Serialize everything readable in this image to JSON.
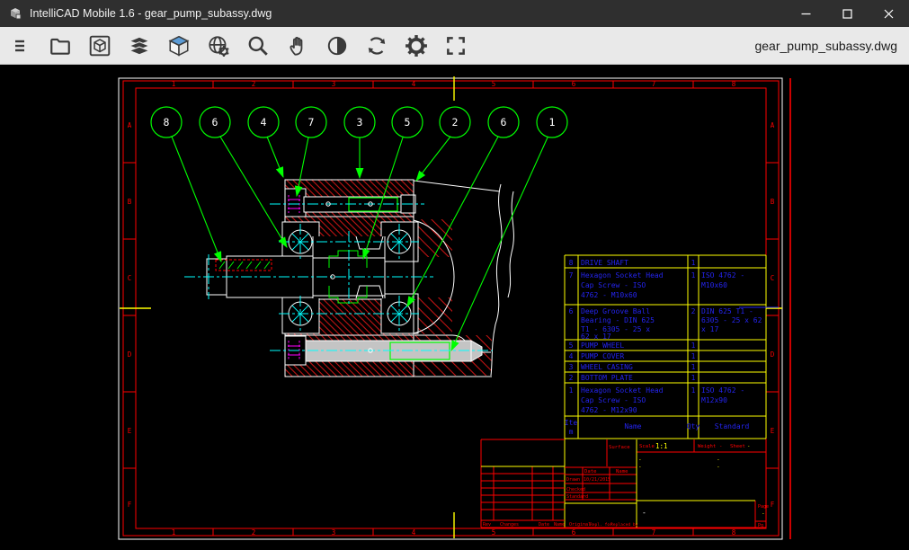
{
  "window": {
    "title": "IntelliCAD Mobile 1.6 - gear_pump_subassy.dwg",
    "controls": [
      "minimize",
      "maximize",
      "close"
    ]
  },
  "toolbar": {
    "filename": "gear_pump_subassy.dwg",
    "icons": [
      "menu",
      "open-file",
      "view-box",
      "layers",
      "3d-cube",
      "render-globe",
      "zoom",
      "pan",
      "contrast",
      "regen",
      "settings",
      "fullscreen"
    ]
  },
  "sheet": {
    "zone_columns": [
      "1",
      "2",
      "3",
      "4",
      "5",
      "6",
      "7",
      "8"
    ],
    "zone_rows": [
      "A",
      "B",
      "C",
      "D",
      "E",
      "F"
    ]
  },
  "balloons": {
    "labels": [
      "8",
      "6",
      "4",
      "7",
      "3",
      "5",
      "2",
      "6",
      "1"
    ]
  },
  "parts_table": {
    "header": {
      "item_l1": "Ite",
      "item_l2": "m",
      "name": "Name",
      "qty": "Qty",
      "standard": "Standard"
    },
    "rows": [
      {
        "item": "8",
        "qty": "1",
        "name_lines": [
          "DRIVE SHAFT"
        ],
        "std_lines": []
      },
      {
        "item": "7",
        "qty": "1",
        "name_lines": [
          "Hexagon Socket Head",
          "Cap Screw - ISO",
          "4762 - M10x60"
        ],
        "std_lines": [
          "ISO 4762 -",
          "M10x60"
        ]
      },
      {
        "item": "6",
        "qty": "2",
        "name_lines": [
          "Deep Groove Ball",
          "Bearing - DIN 625",
          "T1 - 6305 - 25 x",
          "62 x 17"
        ],
        "std_lines": [
          "DIN 625 T1 -",
          "6305 - 25 x 62",
          "x 17"
        ]
      },
      {
        "item": "5",
        "qty": "1",
        "name_lines": [
          "PUMP WHEEL"
        ],
        "std_lines": []
      },
      {
        "item": "4",
        "qty": "1",
        "name_lines": [
          "PUMP COVER"
        ],
        "std_lines": []
      },
      {
        "item": "3",
        "qty": "1",
        "name_lines": [
          "WHEEL CASING"
        ],
        "std_lines": []
      },
      {
        "item": "2",
        "qty": "1",
        "name_lines": [
          "BOTTOM PLATE"
        ],
        "std_lines": []
      },
      {
        "item": "1",
        "qty": "1",
        "name_lines": [
          "Hexagon Socket Head",
          "Cap Screw - ISO",
          "4762 - M12x90"
        ],
        "std_lines": [
          "ISO 4762 -",
          "M12x90"
        ]
      }
    ]
  },
  "title_block": {
    "surface_label": "Surface",
    "scale_label": "Scale",
    "scale_value": "1:1",
    "weight_label": "Weight",
    "weight_value": "-",
    "sheet_label": "Sheet",
    "sheet_value": "-",
    "dash": "-",
    "date_label": "Date",
    "name_label": "Name",
    "drawn_label": "Drawn",
    "drawn_date": "10/21/2015",
    "checked_label": "Checked",
    "standard_label": "Standard",
    "title_value": "-",
    "page_label": "Page",
    "page_value": "-",
    "pg_label": "Pg",
    "rev_label": "Rev",
    "changes_label": "Changes",
    "bdate_label": "Date",
    "bname_label": "Name",
    "orig_label": "Original",
    "replfor_label": "Repl. for",
    "replby_label": "Replaced by"
  },
  "colors": {
    "cad_red": "#ff0000",
    "hatch_red": "#c81414",
    "cad_green": "#00ff00",
    "cad_yellow": "#ffff00",
    "cad_cyan": "#00ffff",
    "cad_blue": "#2424ee",
    "cad_magenta": "#ff00ff",
    "paper_edge": "#ffffff"
  }
}
